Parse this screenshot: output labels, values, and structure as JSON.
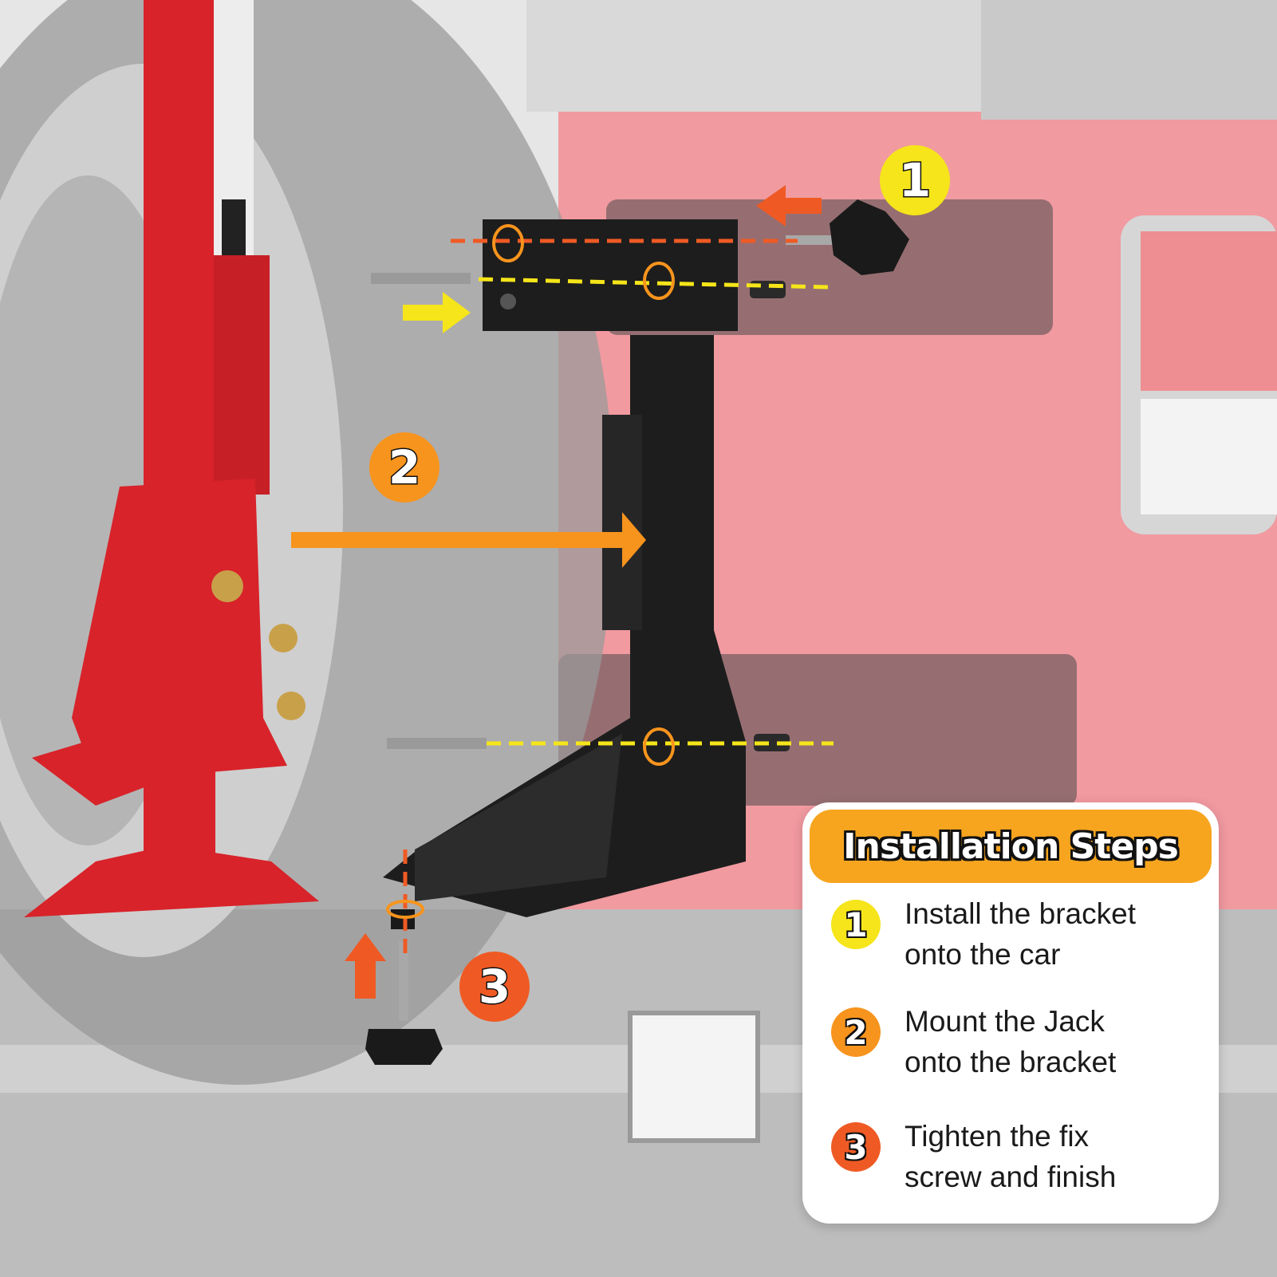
{
  "colors": {
    "step1": "#f5e51a",
    "step2": "#f7941d",
    "step3": "#ef5a24",
    "panel_header": "#f7a51f",
    "jack_red": "#d8232a",
    "bracket_black": "#1d1d1d"
  },
  "markers": {
    "step1": "1",
    "step2": "2",
    "step3": "3"
  },
  "panel": {
    "title": "Installation Steps",
    "steps": [
      {
        "number": "1",
        "text": "Install the bracket\nonto the car"
      },
      {
        "number": "2",
        "text": "Mount the Jack\nonto the bracket"
      },
      {
        "number": "3",
        "text": "Tighten the fix\nscrew and finish"
      }
    ]
  }
}
